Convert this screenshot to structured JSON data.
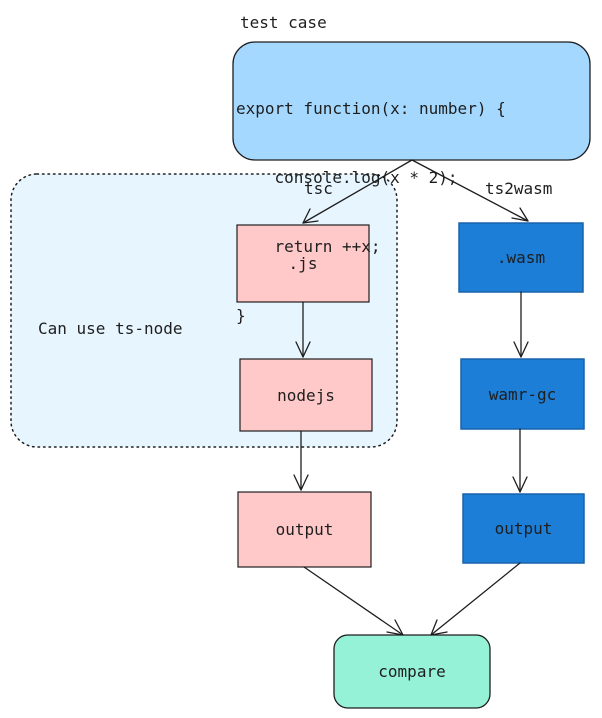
{
  "title": "test case",
  "test_case": {
    "code_lines": [
      "export function(x: number) {",
      "    console.log(x * 2);",
      "    return ++x;",
      "}"
    ]
  },
  "region": {
    "label": "Can use ts-node"
  },
  "edges": {
    "tsc": "tsc",
    "ts2wasm": "ts2wasm"
  },
  "left_path": {
    "js": ".js",
    "runtime": "nodejs",
    "output": "output"
  },
  "right_path": {
    "wasm": ".wasm",
    "runtime": "wamr-gc",
    "output": "output"
  },
  "compare": "compare",
  "colors": {
    "test_case_fill": "#a5d8ff",
    "region_fill": "#e7f5ff",
    "pink_fill": "#ffc9c9",
    "blue_fill": "#1c7ed6",
    "blue_stroke": "#1864ab",
    "compare_fill": "#96f2d7",
    "stroke": "#1e1e1e"
  }
}
